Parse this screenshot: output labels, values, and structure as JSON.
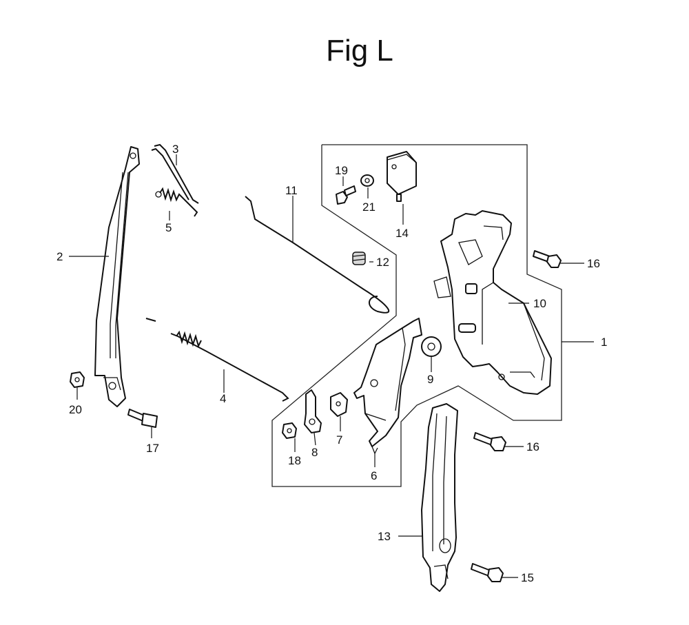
{
  "title": "Fig L",
  "callouts": {
    "c1": "1",
    "c2": "2",
    "c3": "3",
    "c4": "4",
    "c5": "5",
    "c6": "6",
    "c7": "7",
    "c8": "8",
    "c9": "9",
    "c10": "10",
    "c11": "11",
    "c12": "12",
    "c13": "13",
    "c14": "14",
    "c15": "15",
    "c16a": "16",
    "c16b": "16",
    "c17": "17",
    "c18": "18",
    "c19": "19",
    "c20": "20",
    "c21": "21"
  }
}
